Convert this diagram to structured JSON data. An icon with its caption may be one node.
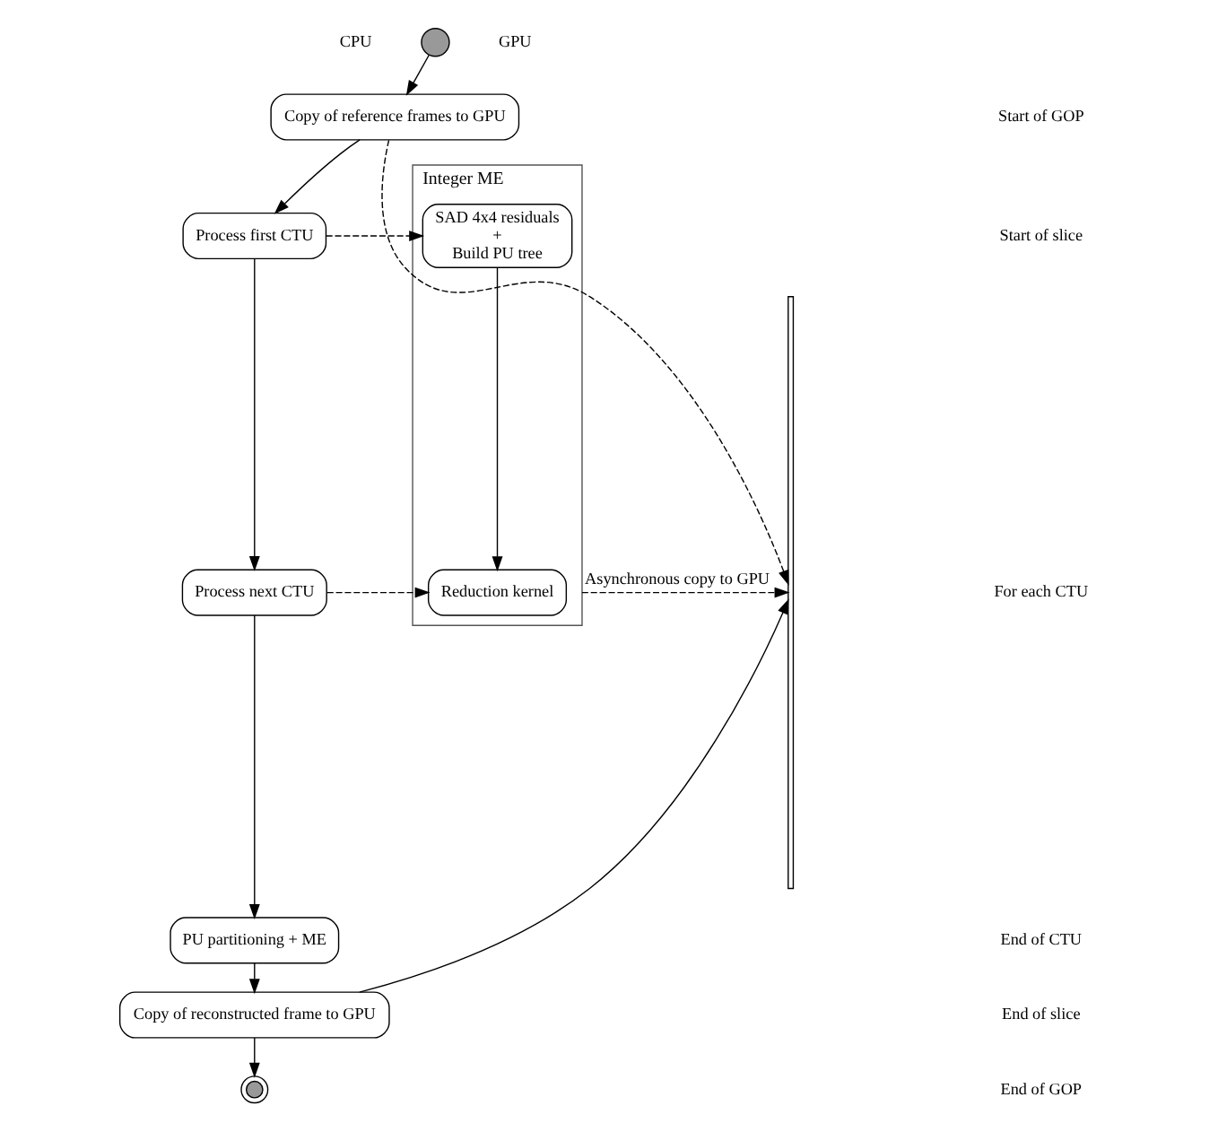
{
  "diagram": {
    "nodes": [
      {
        "text": [],
        "shape": "circle"
      },
      {
        "text": [
          "Copy of reference frames to GPU"
        ]
      },
      {
        "text": [
          "Process first CTU"
        ]
      },
      {
        "text": [
          "Process next CTU"
        ]
      },
      {
        "text": [
          "PU partitioning + ME"
        ]
      },
      {
        "text": [
          "Copy of reconstructed frame to GPU"
        ]
      },
      {
        "text": [],
        "shape": "bullseye"
      },
      {
        "text": [],
        "shape": "bar"
      },
      {
        "text": [
          "Integer ME"
        ]
      },
      {
        "text": [
          "SAD 4x4 residuals + Build PU tree"
        ],
        "in": 8
      },
      {
        "text": [
          "Reduction kernel"
        ],
        "in": 8
      }
    ],
    "edges": [
      {
        "from": 0,
        "to": 1,
        "arrow": "to"
      },
      {
        "from": 1,
        "to": 2,
        "arrow": "to"
      },
      {
        "from": 2,
        "to": 3,
        "arrow": "to"
      },
      {
        "from": 3,
        "to": 4,
        "arrow": "to"
      },
      {
        "from": 4,
        "to": 5,
        "arrow": "to"
      },
      {
        "from": 5,
        "to": 6,
        "arrow": "to"
      },
      {
        "from": 1,
        "to": 7,
        "arrow": "to",
        "style": "dashed"
      },
      {
        "from": 2,
        "to": 9,
        "arrow": "to",
        "style": "dashed"
      },
      {
        "from": 3,
        "to": 10,
        "arrow": "to",
        "style": "dashed"
      },
      {
        "from": 9,
        "to": 10,
        "arrow": "to"
      },
      {
        "from": 8,
        "to": 7,
        "arrow": "to",
        "style": "dashed",
        "label": "Asynchronous copy to GPU"
      },
      {
        "from": 5,
        "to": 7,
        "arrow": "to"
      }
    ],
    "labels": [
      "CPU",
      "GPU",
      "Start of GOP",
      "Start of slice",
      "For each CTU",
      "End of CTU",
      "End of slice",
      "End of GOP"
    ]
  }
}
